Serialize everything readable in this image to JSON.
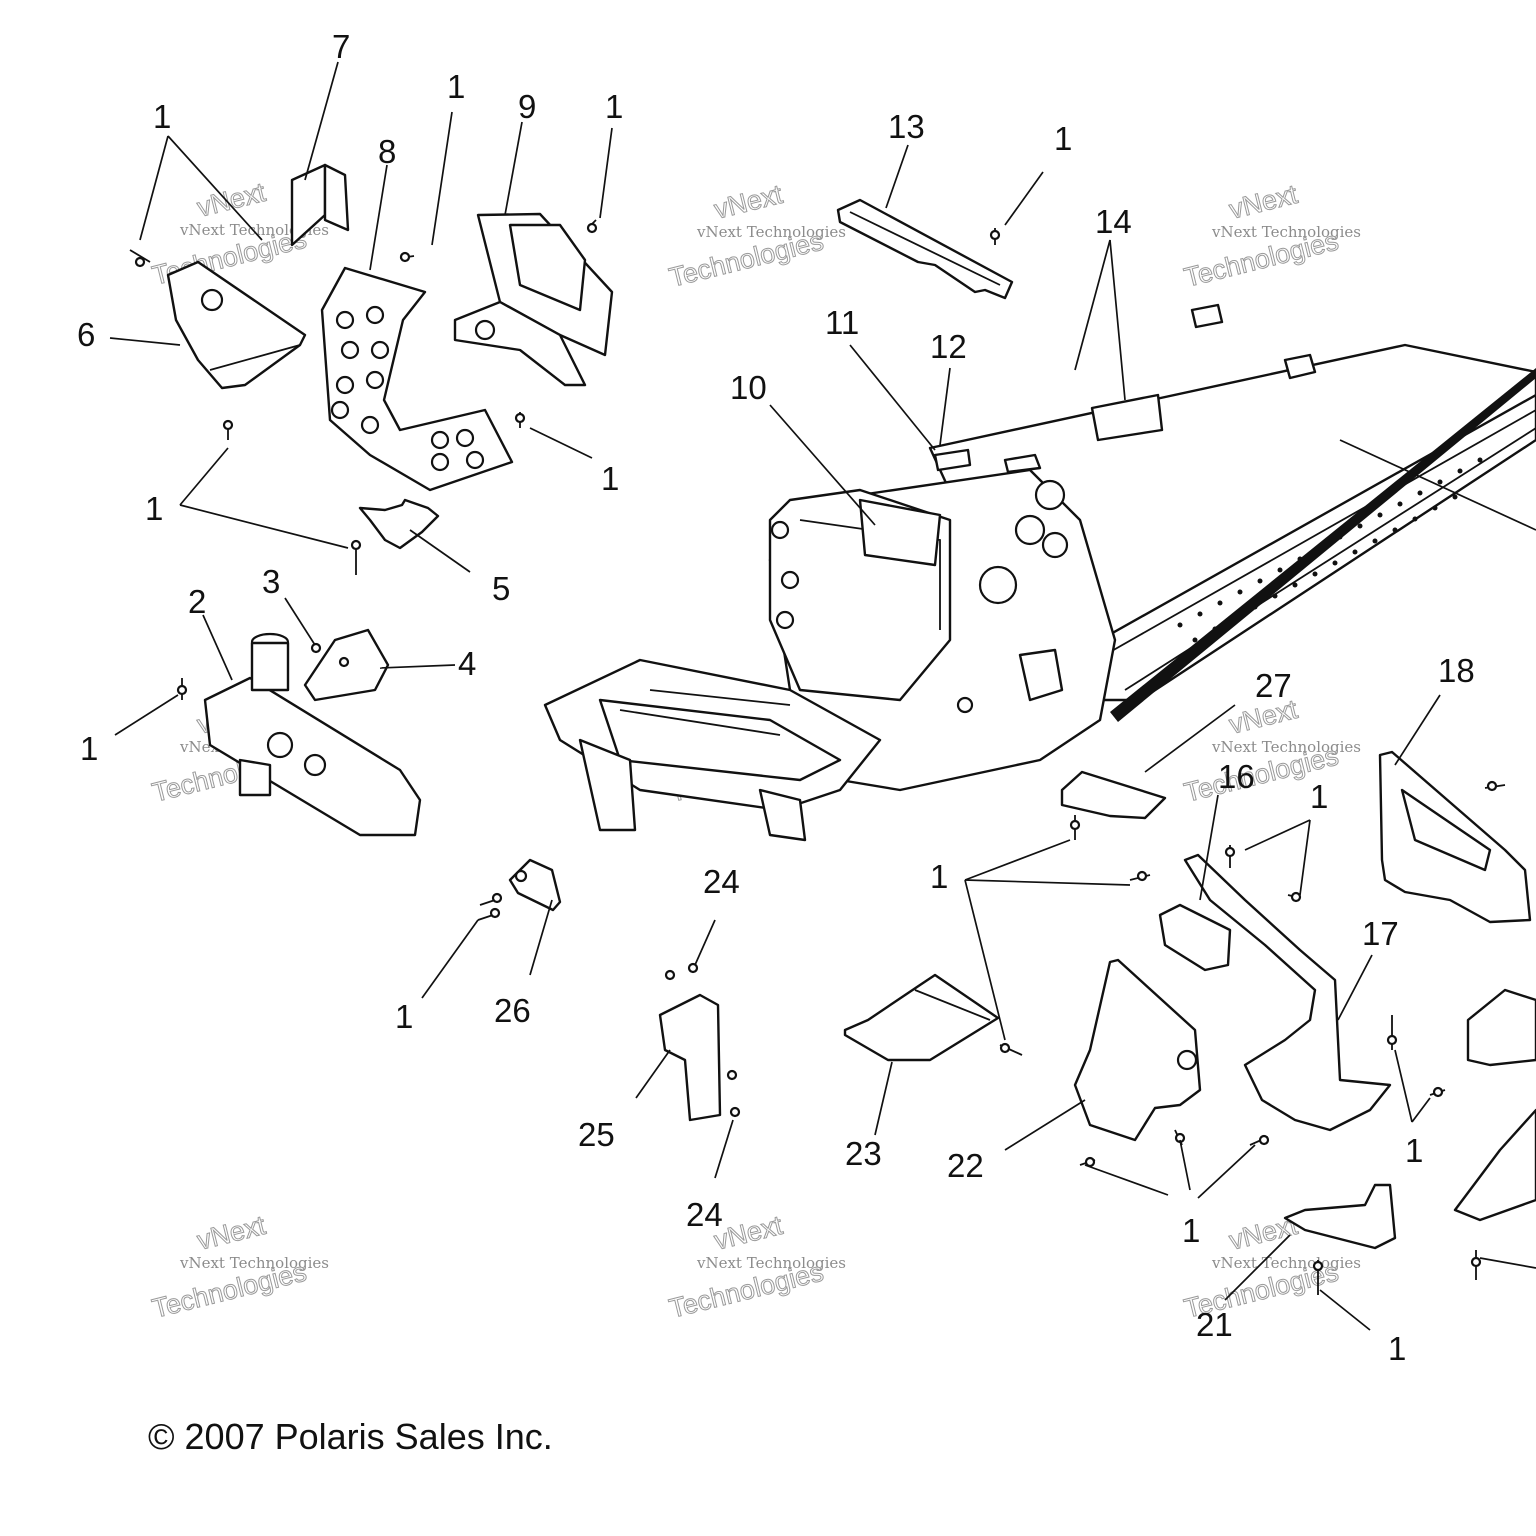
{
  "callouts": {
    "c1a": "1",
    "c1b": "1",
    "c1c": "1",
    "c1d": "1",
    "c1e": "1",
    "c1f": "1",
    "c1g": "1",
    "c1h": "1",
    "c1i": "1",
    "c1j": "1",
    "c1k": "1",
    "c1l": "1",
    "c1m": "1",
    "c2": "2",
    "c3": "3",
    "c4": "4",
    "c5": "5",
    "c6": "6",
    "c7": "7",
    "c8": "8",
    "c9": "9",
    "c10": "10",
    "c11": "11",
    "c12": "12",
    "c13": "13",
    "c14": "14",
    "c16": "16",
    "c17": "17",
    "c18": "18",
    "c21": "21",
    "c22": "22",
    "c23": "23",
    "c24a": "24",
    "c24b": "24",
    "c25": "25",
    "c26": "26",
    "c27": "27"
  },
  "watermark": {
    "line1": "vNext Technologies",
    "line2": "vNext",
    "line3": "Technologies"
  },
  "copyright": "© 2007 Polaris Sales Inc."
}
